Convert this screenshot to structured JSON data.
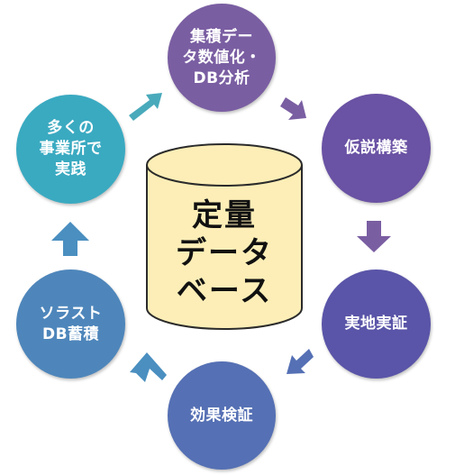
{
  "center": {
    "label": "定量\nデータ\nベース"
  },
  "nodes": [
    {
      "id": "data-aggregation",
      "label": "集積デー\nタ数値化・\nDB分析",
      "color": "#7a5ea2"
    },
    {
      "id": "hypothesis",
      "label": "仮説構築",
      "color": "#6a52a4"
    },
    {
      "id": "field-verification",
      "label": "実地実証",
      "color": "#5a55a8"
    },
    {
      "id": "effect-verification",
      "label": "効果検証",
      "color": "#5570b4"
    },
    {
      "id": "solast-db",
      "label": "ソラスト\nDB蓄積",
      "color": "#4e86bb"
    },
    {
      "id": "practice",
      "label": "多くの\n事業所で\n実践",
      "color": "#3aaac1"
    }
  ],
  "colors": {
    "cylinder_fill": "#fdeeb7",
    "cylinder_stroke": "#2b2b2b",
    "arrow_top_left": "#49aabb",
    "arrow_right_side": "#7a5ea2",
    "arrow_bottom": "#5570b4",
    "arrow_left": "#4a8fc0"
  }
}
